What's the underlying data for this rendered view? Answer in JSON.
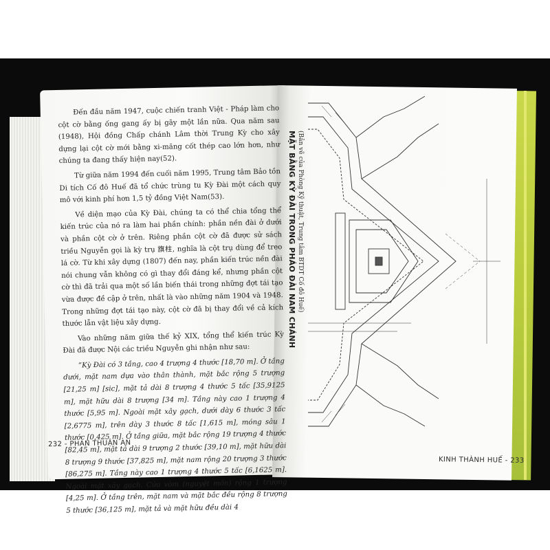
{
  "left_page": {
    "paragraphs": [
      "Đến đầu năm 1947, cuộc chiến tranh Việt - Pháp làm cho cột cờ bằng ống gang ấy bị gãy một lần nữa. Qua năm sau (1948), Hội đồng Chấp chánh Lâm thời Trung Kỳ cho xây dựng lại cột cờ mới bằng xi-măng cốt thép cao lớn hơn, như chúng ta đang thấy hiện nay(52).",
      "Từ giữa năm 1994 đến cuối năm 1995, Trung tâm Bảo tồn Di tích Cố đô Huế đã tổ chức trùng tu Kỳ Đài một cách quy mô với kinh phí hơn 1,5 tỷ đồng Việt Nam(53).",
      "Về diện mạo của Kỳ Đài, chúng ta có thể chia tổng thể kiến trúc của nó ra làm hai phần chính: phần nền đài ở dưới và phần cột cờ ở trên. Riêng phần cột cờ đã được sử sách triều Nguyễn gọi là kỳ trụ 旗柱, nghĩa là cột trụ dùng để treo lá cờ. Từ khi xây dựng (1807) đến nay, phần kiến trúc nền đài nói chung vẫn không có gì thay đổi đáng kể, nhưng phần cột cờ thì đã trải qua một số lần biến thái trong những đợt tái tạo vừa được đề cập ở trên, nhất là vào những năm 1904 và 1948. Trong những đợt tái tạo này, cột cờ đã bị thay đổi về cả kích thước lẫn vật liệu xây dựng.",
      "Vào những năm giữa thế kỷ XIX, tổng thể kiến trúc Kỳ Đài đã được Nội các triều Nguyễn ghi nhận như sau:"
    ],
    "quote": "“Kỳ Đài có 3 tầng, cao 4 trượng 4 thước [18,70 m]. Ở tầng dưới, mặt nam dựa vào thân thành, mặt bắc rộng 5 trượng [21,25 m] [sic], mặt tả dài 8 trượng 4 thước 5 tấc [35,9125 m], mặt hữu dài 8 trượng [34 m]. Tầng này cao 1 trượng 4 thước [5,95 m]. Ngoài mặt xây gạch, dưới dày 6 thước 3 tấc [2,6775 m], trên dày 3 thước 8 tấc [1,615 m], móng sâu 1 thước [0,425 m]. Ở tầng giữa, mặt bắc rộng 19 trượng 4 thước [82,45 m], mặt tả dài 9 trượng 2 thước [39,10 m], mặt hữu dài 8 trượng 9 thước [37,825 m], mặt nam rộng 20 trượng 3 thước [86,275 m]. Tầng này cao 1 trượng 4 thước 5 tấc [6,1625 m]. Ngoài mặt xây gạch. Cửa vòm (nguyệt môn) rộng 1 trượng [4,25 m]. Ở tầng trên, mặt nam và mặt bắc đều rộng 8 trượng 5 thước [36,125 m], mặt tả và mặt hữu đều dài 4",
    "footer": "232 - PHAN THUẬN AN"
  },
  "right_page": {
    "figure_title": "MẶT BẰNG KỲ ĐÀI TRONG PHÁO ĐÀI NAM CHÁNH",
    "figure_subtitle": "(Bản vẽ của Phòng Kỹ thuật, Trung tâm BTDT Cố đô Huế)",
    "footer": "KINH THÀNH HUẾ - 233"
  },
  "colors": {
    "cover_edge": "#c9d84a",
    "page": "#fbfbf9",
    "ink": "#232323"
  }
}
